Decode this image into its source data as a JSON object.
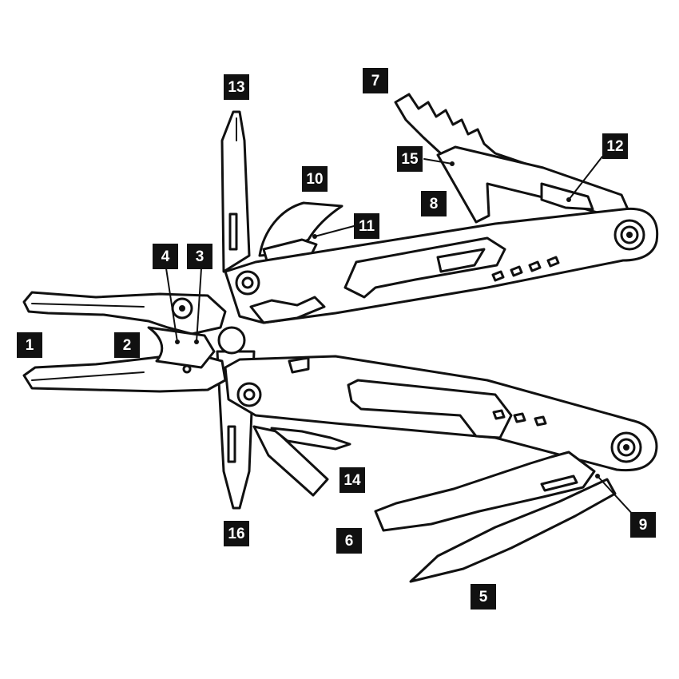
{
  "callouts": [
    "1",
    "2",
    "3",
    "4",
    "5",
    "6",
    "7",
    "8",
    "9",
    "10",
    "11",
    "12",
    "13",
    "14",
    "15",
    "16"
  ],
  "colors": {
    "line": "#111111",
    "label_bg": "#111111",
    "label_text": "#ffffff",
    "background": "#ffffff"
  }
}
